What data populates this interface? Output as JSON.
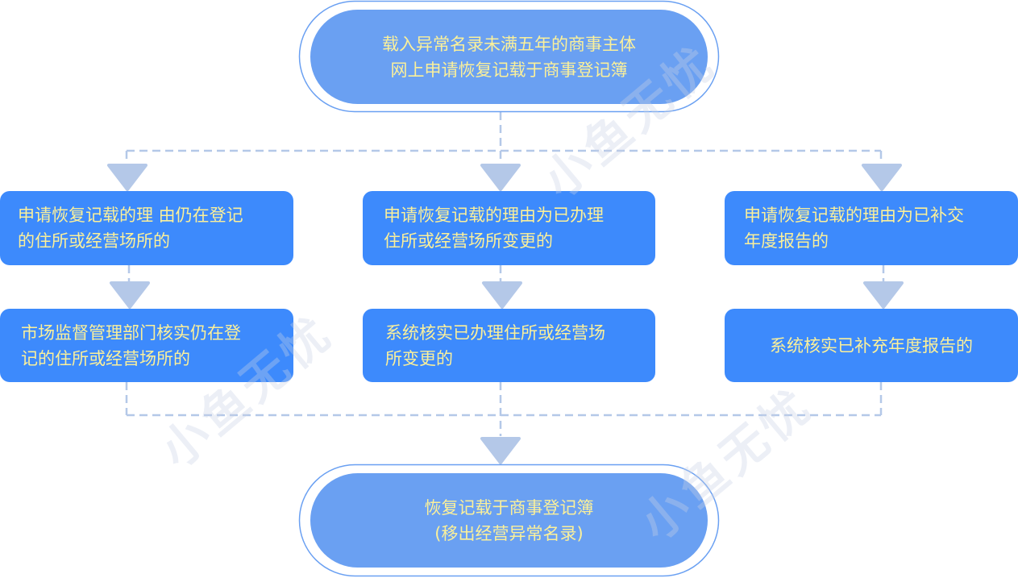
{
  "title": "商事主体恢复记载于商事登记簿流程",
  "colors": {
    "pill_fill": "#6aa0f2",
    "pill_ring": "#6aa0f2",
    "box_fill": "#3d8afc",
    "text": "#fbf09a",
    "connector": "#b4c8e8",
    "arrow": "#b4c8e8"
  },
  "start": {
    "lines": [
      "载入异常名录未满五年的商事主体",
      "网上申请恢复记载于商事登记簿"
    ]
  },
  "branches": [
    {
      "reason": [
        "申请恢复记载的理 由仍在登记",
        "的住所或经营场所的"
      ],
      "verify": [
        "市场监督管理部门核实仍在登",
        "记的住所或经营场所的"
      ]
    },
    {
      "reason": [
        "申请恢复记载的理由为已办理",
        "住所或经营场所变更的"
      ],
      "verify": [
        "系统核实已办理住所或经营场",
        "所变更的"
      ]
    },
    {
      "reason": [
        "申请恢复记载的理由为已补交",
        "年度报告的"
      ],
      "verify": [
        "系统核实已补充年度报告的"
      ]
    }
  ],
  "end": {
    "lines": [
      "恢复记载于商事登记簿",
      "(移出经营异常名录)"
    ]
  },
  "watermark": "小鱼无忧"
}
